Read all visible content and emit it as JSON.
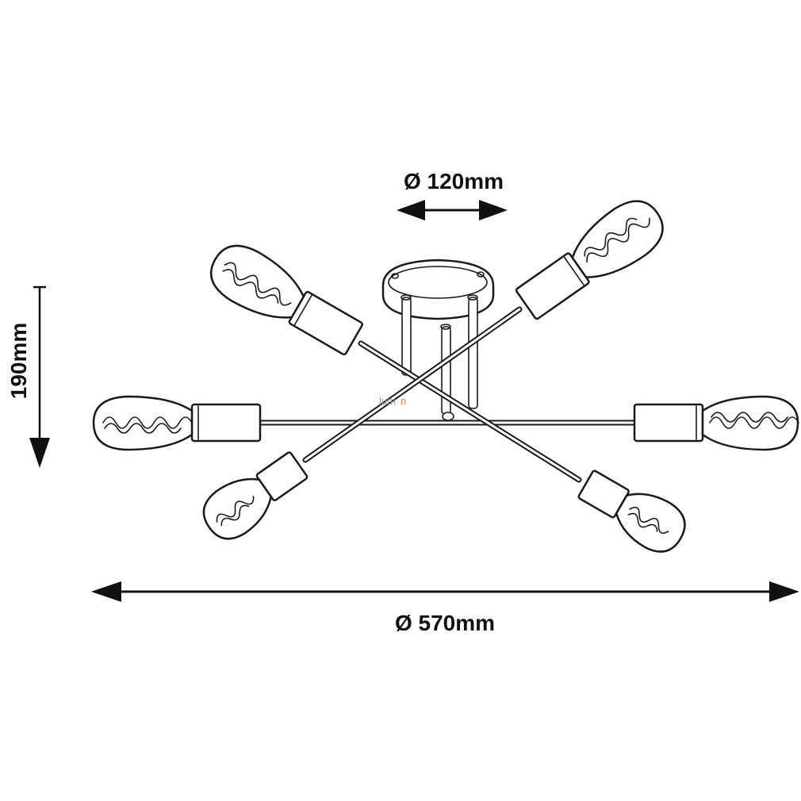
{
  "dimensions": {
    "canopy_diameter": "Ø 120mm",
    "overall_height": "190mm",
    "overall_diameter": "Ø 570mm"
  },
  "watermark": {
    "text_main": "lum",
    "text_accent": "n"
  },
  "colors": {
    "line": "#1a1a1a",
    "background": "#ffffff",
    "watermark_accent": "#e07b20"
  },
  "icons": {
    "fixture": "sputnik-ceiling-light-6-arm",
    "bulb": "edison-filament-bulb",
    "arrow": "double-headed-dimension-arrow"
  }
}
